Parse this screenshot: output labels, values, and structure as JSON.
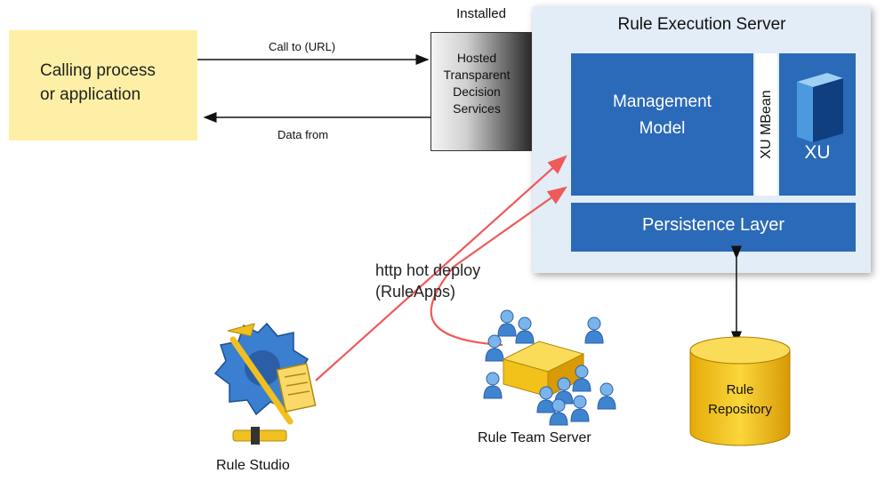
{
  "calling_process": {
    "line1": "Calling process",
    "line2": "or application"
  },
  "arrows": {
    "call_label": "Call to (URL)",
    "data_label": "Data from"
  },
  "htds": {
    "installed_label": "Installed",
    "line1": "Hosted",
    "line2": "Transparent",
    "line3": "Decision",
    "line4": "Services"
  },
  "res": {
    "title": "Rule Execution Server",
    "management_line1": "Management",
    "management_line2": "Model",
    "mbean_label": "XU MBean",
    "xu_label": "XU",
    "persistence_label": "Persistence Layer"
  },
  "deploy": {
    "line1": "http hot deploy",
    "line2": "(RuleApps)"
  },
  "repository": {
    "line1": "Rule",
    "line2": "Repository"
  },
  "rule_team_server": {
    "label": "Rule Team Server"
  },
  "rule_studio": {
    "label": "Rule Studio"
  },
  "colors": {
    "accent_blue": "#2b6ab8",
    "panel_bg": "#e2edf8",
    "calling_bg": "#fdf0a6",
    "deploy_arrow": "#ef5a5a",
    "cylinder": "#f2c21a"
  }
}
